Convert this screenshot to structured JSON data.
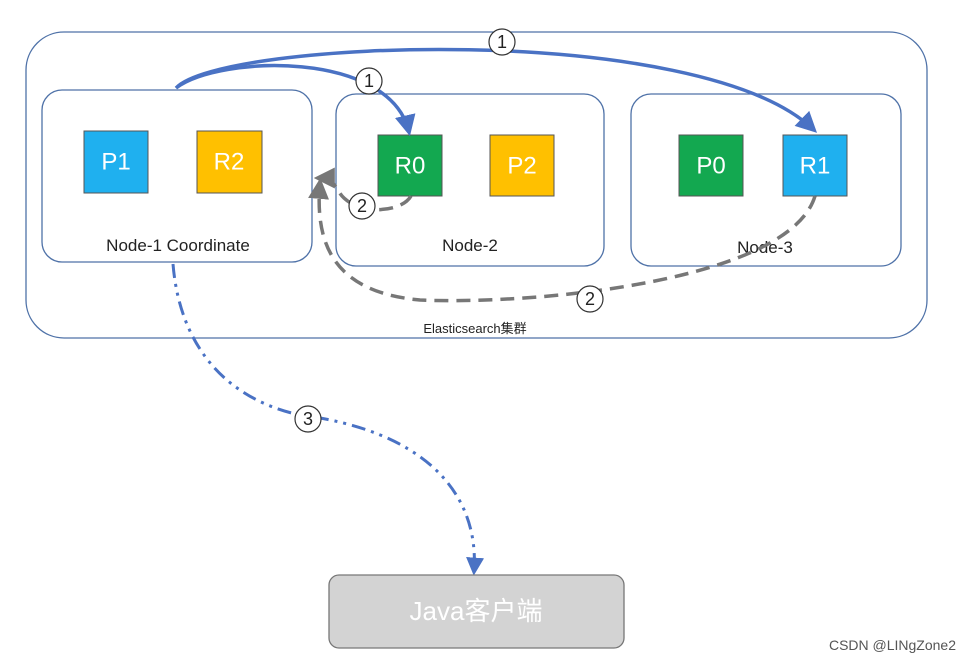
{
  "cluster": {
    "label": "Elasticsearch集群"
  },
  "nodes": [
    {
      "label": "Node-1 Coordinate",
      "shards": [
        {
          "label": "P1",
          "color": "#1fb0ef"
        },
        {
          "label": "R2",
          "color": "#ffc000"
        }
      ]
    },
    {
      "label": "Node-2",
      "shards": [
        {
          "label": "R0",
          "color": "#13a850"
        },
        {
          "label": "P2",
          "color": "#ffc000"
        }
      ]
    },
    {
      "label": "Node-3",
      "shards": [
        {
          "label": "P0",
          "color": "#13a850"
        },
        {
          "label": "R1",
          "color": "#1fb0ef"
        }
      ]
    }
  ],
  "steps": {
    "one": "1",
    "two": "2",
    "three": "3"
  },
  "client": {
    "label": "Java客户端",
    "fill": "#d3d3d3",
    "text_color": "#ffffff"
  },
  "arrows": {
    "request_color": "#4a72c4",
    "response_color": "#777777",
    "result_color": "#4a72c4"
  },
  "watermark": "CSDN @LINgZone2"
}
